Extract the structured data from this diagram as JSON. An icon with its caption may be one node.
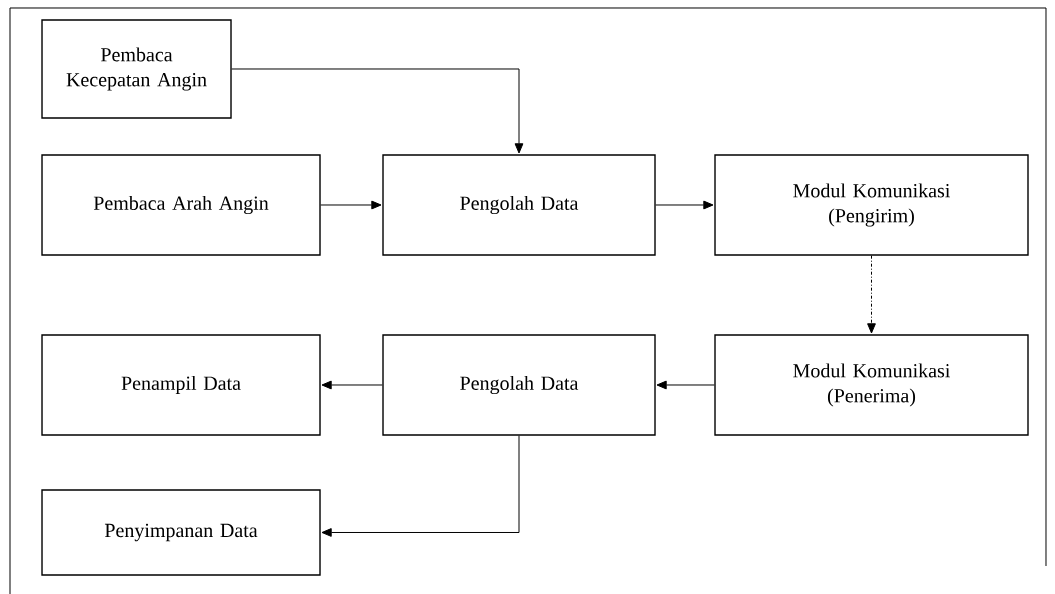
{
  "diagram": {
    "nodes": [
      {
        "text": [
          "Pembaca Kecepatan Angin"
        ]
      },
      {
        "text": [
          "Pembaca Arah Angin"
        ]
      },
      {
        "text": [
          "Pengolah Data"
        ]
      },
      {
        "text": [
          "Modul Komunikasi (Pengirim)"
        ]
      },
      {
        "text": [
          "Penampil Data"
        ]
      },
      {
        "text": [
          "Pengolah Data"
        ]
      },
      {
        "text": [
          "Modul Komunikasi (Penerima)"
        ]
      },
      {
        "text": [
          "Penyimpanan Data"
        ]
      }
    ],
    "edges": [
      {
        "from": 0,
        "to": 2,
        "arrow": "to"
      },
      {
        "from": 1,
        "to": 2,
        "arrow": "to"
      },
      {
        "from": 2,
        "to": 3,
        "arrow": "to"
      },
      {
        "from": 3,
        "to": 6,
        "arrow": "to",
        "style": "dashed"
      },
      {
        "from": 6,
        "to": 5,
        "arrow": "to"
      },
      {
        "from": 5,
        "to": 4,
        "arrow": "to"
      },
      {
        "from": 5,
        "to": 7,
        "arrow": "to"
      }
    ]
  }
}
